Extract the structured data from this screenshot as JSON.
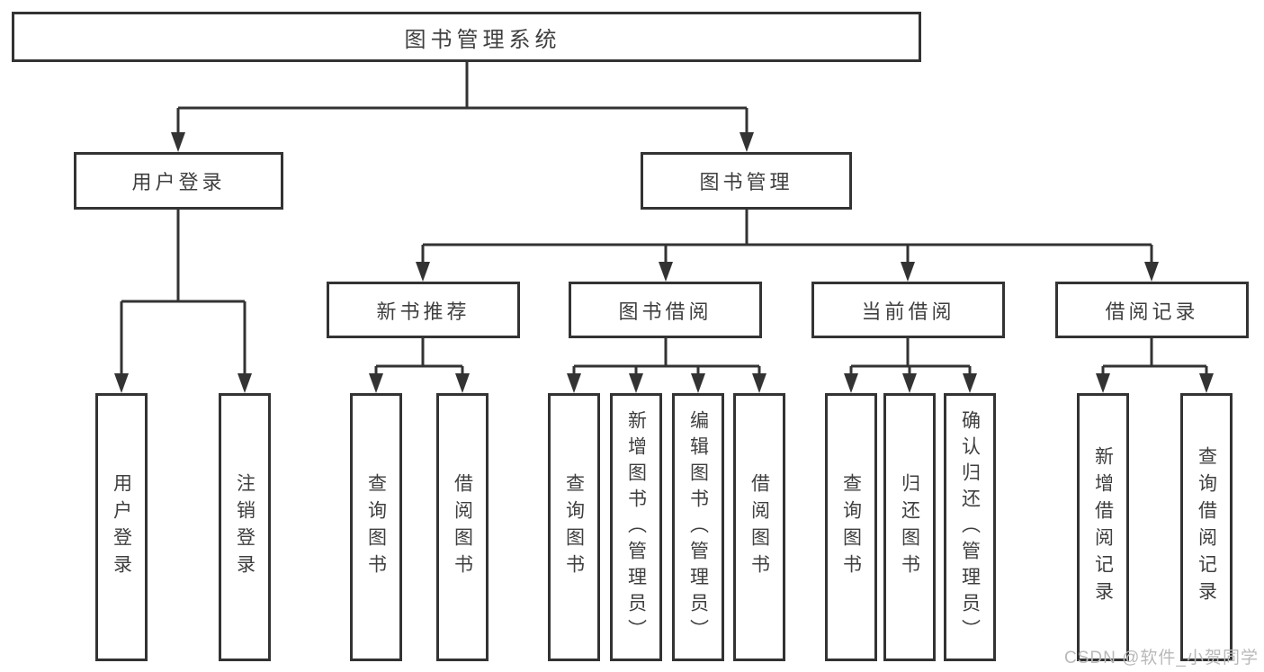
{
  "diagram": {
    "root": {
      "label": "图书管理系统"
    },
    "level2": {
      "user_login": {
        "label": "用户登录"
      },
      "book_management": {
        "label": "图书管理"
      }
    },
    "level3": {
      "new_book_recommend": {
        "label": "新书推荐"
      },
      "book_borrow": {
        "label": "图书借阅"
      },
      "current_borrow": {
        "label": "当前借阅"
      },
      "borrow_record": {
        "label": "借阅记录"
      }
    },
    "leaves": {
      "user_login_login": {
        "label": "用户登录"
      },
      "user_login_logout": {
        "label": "注销登录"
      },
      "recommend_query_book": {
        "label": "查询图书"
      },
      "recommend_borrow_book": {
        "label": "借阅图书"
      },
      "borrow_query_book": {
        "label": "查询图书"
      },
      "borrow_add_book": {
        "label": "新增图书（管理员）"
      },
      "borrow_edit_book": {
        "label": "编辑图书（管理员）"
      },
      "borrow_borrow_book": {
        "label": "借阅图书"
      },
      "current_query_book": {
        "label": "查询图书"
      },
      "current_return_book": {
        "label": "归还图书"
      },
      "current_confirm_return": {
        "label": "确认归还（管理员）"
      },
      "record_add_record": {
        "label": "新增借阅记录"
      },
      "record_query_record": {
        "label": "查询借阅记录"
      }
    }
  },
  "watermark": {
    "text": "CSDN @软件_小贺同学",
    "color": "#b9b9b9"
  },
  "colors": {
    "line": "#333333",
    "text": "#3f3f3f",
    "background": "#ffffff"
  }
}
